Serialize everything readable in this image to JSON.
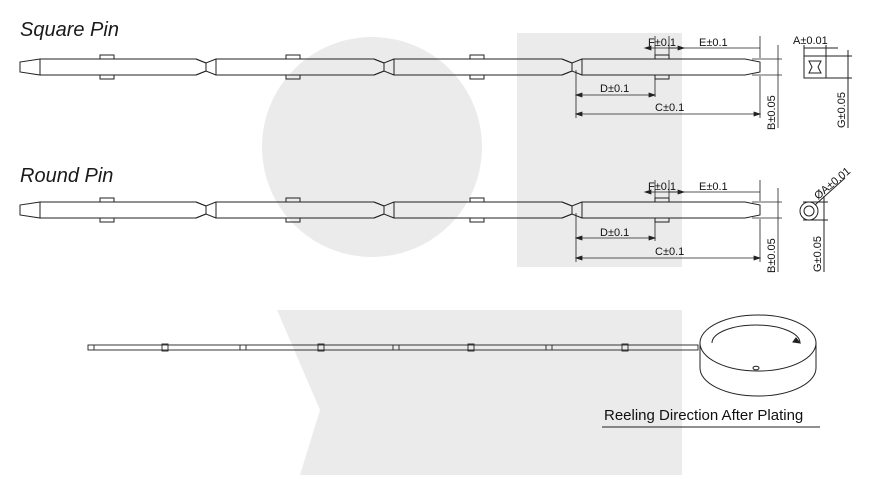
{
  "sections": {
    "square": {
      "title": "Square Pin"
    },
    "round": {
      "title": "Round Pin"
    }
  },
  "dimensions": {
    "square": {
      "f": "F±0.1",
      "e": "E±0.1",
      "d": "D±0.1",
      "c": "C±0.1",
      "b": "B±0.05",
      "a": "A±0.01",
      "g": "G±0.05"
    },
    "round": {
      "f": "F±0.1",
      "e": "E±0.1",
      "d": "D±0.1",
      "c": "C±0.1",
      "b": "B±0.05",
      "a": "ØA±0.01",
      "g": "G±0.05"
    }
  },
  "reel": {
    "caption": "Reeling Direction After Plating"
  },
  "colors": {
    "line": "#222222",
    "watermark": "#ebebeb",
    "text": "#111111"
  }
}
